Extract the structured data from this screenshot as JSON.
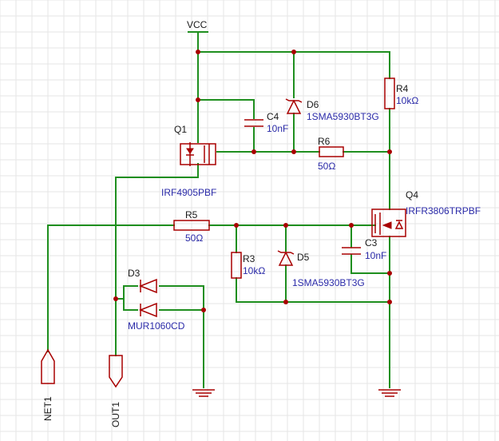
{
  "net_labels": {
    "vcc": "VCC",
    "net1": "NET1",
    "out1": "OUT1"
  },
  "components": {
    "q1": {
      "ref": "Q1",
      "value": "IRF4905PBF"
    },
    "q4": {
      "ref": "Q4",
      "value": "IRFR3806TRPBF"
    },
    "c4": {
      "ref": "C4",
      "value": "10nF"
    },
    "c3": {
      "ref": "C3",
      "value": "10nF"
    },
    "d6": {
      "ref": "D6",
      "value": "1SMA5930BT3G"
    },
    "d5": {
      "ref": "D5",
      "value": "1SMA5930BT3G"
    },
    "d3": {
      "ref": "D3",
      "value": "MUR1060CD"
    },
    "r4": {
      "ref": "R4",
      "value": "10kΩ"
    },
    "r6": {
      "ref": "R6",
      "value": "50Ω"
    },
    "r5": {
      "ref": "R5",
      "value": "50Ω"
    },
    "r3": {
      "ref": "R3",
      "value": "10kΩ"
    }
  },
  "colors": {
    "wire": "#1f8f1f",
    "component": "#a80000",
    "value_text": "#2a2aa8",
    "grid": "#e6e6e6"
  }
}
